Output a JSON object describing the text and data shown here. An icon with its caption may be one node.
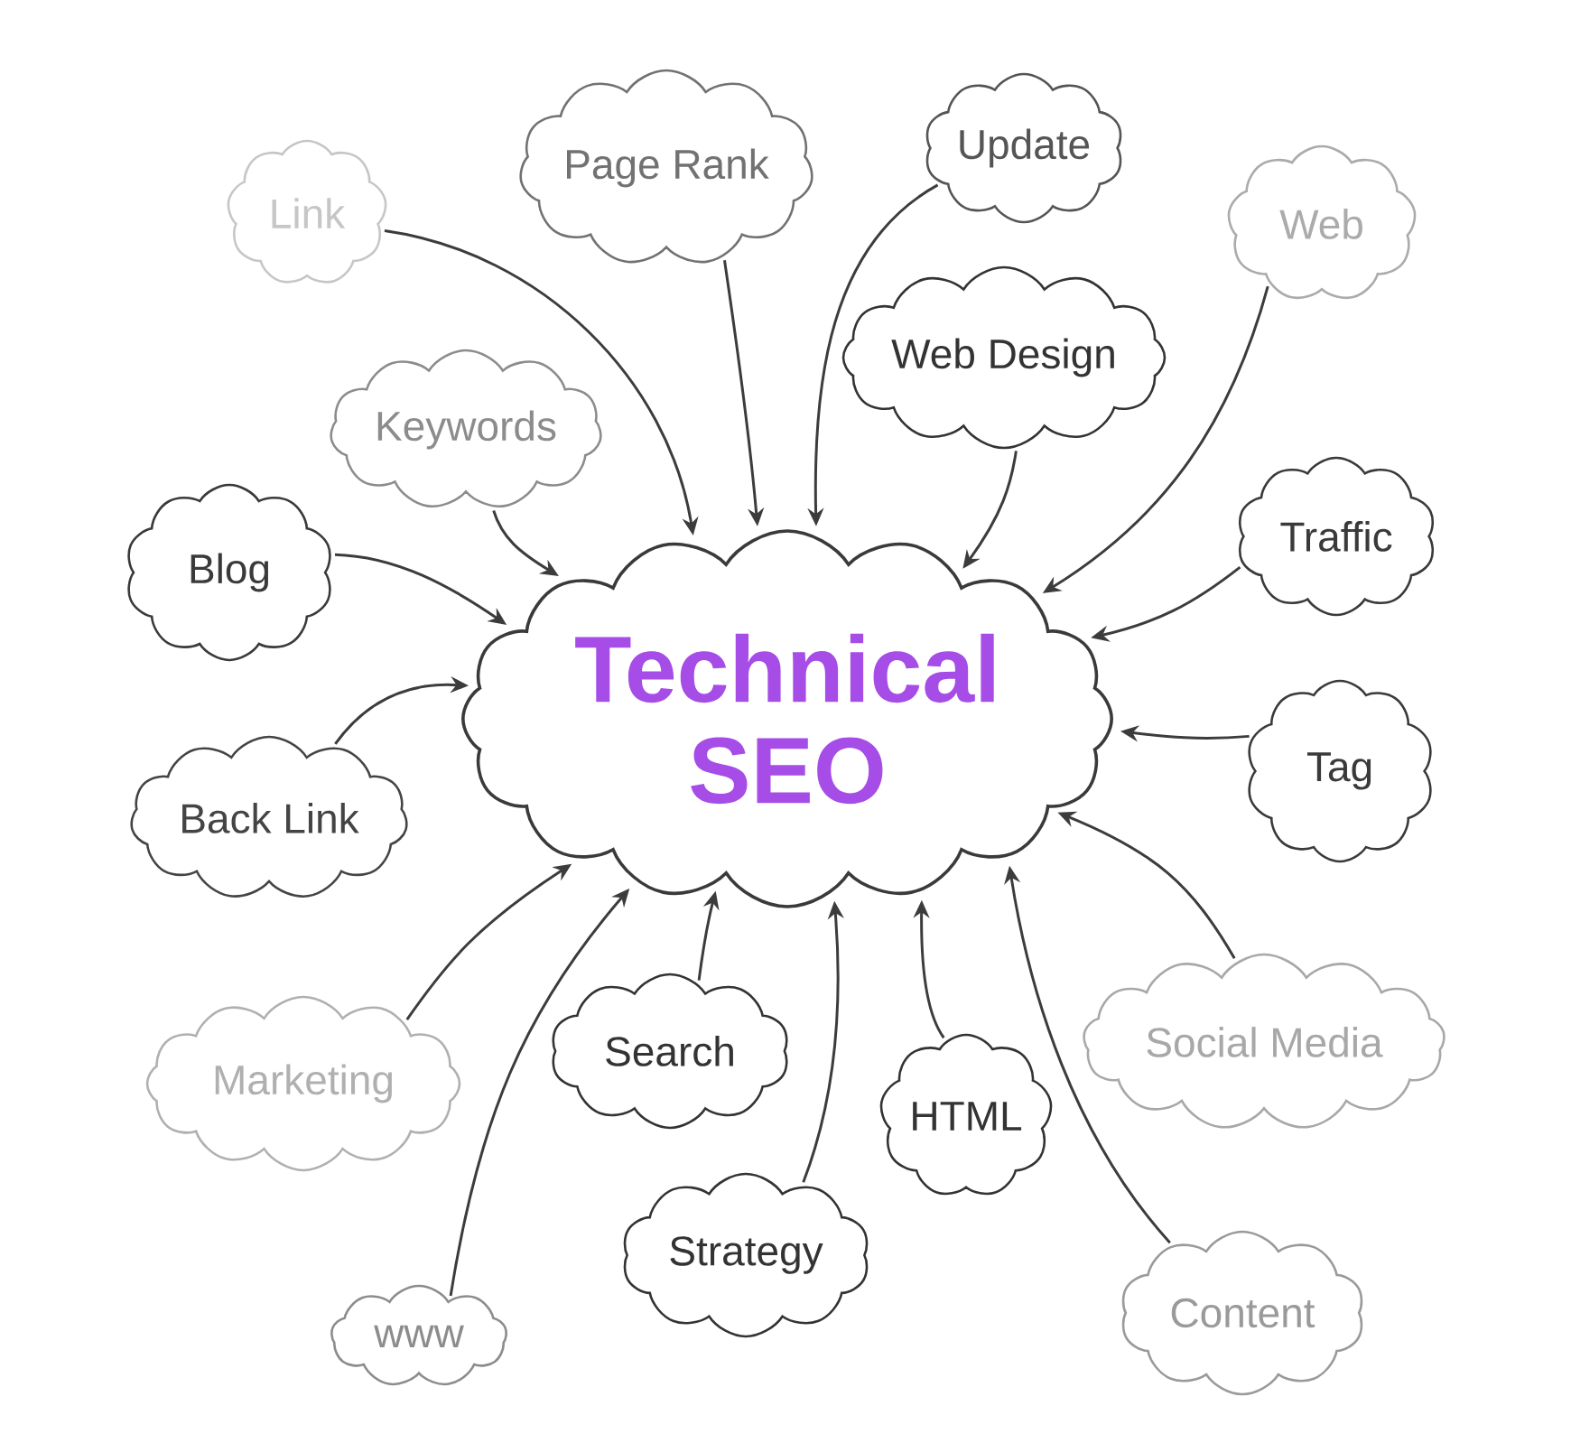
{
  "diagram": {
    "nodes": [
      {
        "text": [
          "Technical SEO"
        ]
      },
      {
        "text": [
          "Link"
        ]
      },
      {
        "text": [
          "Page Rank"
        ]
      },
      {
        "text": [
          "Update"
        ]
      },
      {
        "text": [
          "Web"
        ]
      },
      {
        "text": [
          "Web Design"
        ]
      },
      {
        "text": [
          "Keywords"
        ]
      },
      {
        "text": [
          "Blog"
        ]
      },
      {
        "text": [
          "Traffic"
        ]
      },
      {
        "text": [
          "Tag"
        ]
      },
      {
        "text": [
          "Back Link"
        ]
      },
      {
        "text": [
          "Marketing"
        ]
      },
      {
        "text": [
          "Search"
        ]
      },
      {
        "text": [
          "HTML"
        ]
      },
      {
        "text": [
          "Social Media"
        ]
      },
      {
        "text": [
          "Strategy"
        ]
      },
      {
        "text": [
          "www"
        ]
      },
      {
        "text": [
          "Content"
        ]
      }
    ],
    "edges": [
      {
        "from": 1,
        "to": 0,
        "arrow": "to"
      },
      {
        "from": 2,
        "to": 0,
        "arrow": "to"
      },
      {
        "from": 3,
        "to": 0,
        "arrow": "to"
      },
      {
        "from": 4,
        "to": 0,
        "arrow": "to"
      },
      {
        "from": 5,
        "to": 0,
        "arrow": "to"
      },
      {
        "from": 6,
        "to": 0,
        "arrow": "to"
      },
      {
        "from": 7,
        "to": 0,
        "arrow": "to"
      },
      {
        "from": 8,
        "to": 0,
        "arrow": "to"
      },
      {
        "from": 9,
        "to": 0,
        "arrow": "to"
      },
      {
        "from": 10,
        "to": 0,
        "arrow": "to"
      },
      {
        "from": 11,
        "to": 0,
        "arrow": "to"
      },
      {
        "from": 12,
        "to": 0,
        "arrow": "to"
      },
      {
        "from": 13,
        "to": 0,
        "arrow": "to"
      },
      {
        "from": 14,
        "to": 0,
        "arrow": "to"
      },
      {
        "from": 15,
        "to": 0,
        "arrow": "to"
      },
      {
        "from": 16,
        "to": 0,
        "arrow": "to"
      },
      {
        "from": 17,
        "to": 0,
        "arrow": "to"
      }
    ]
  }
}
